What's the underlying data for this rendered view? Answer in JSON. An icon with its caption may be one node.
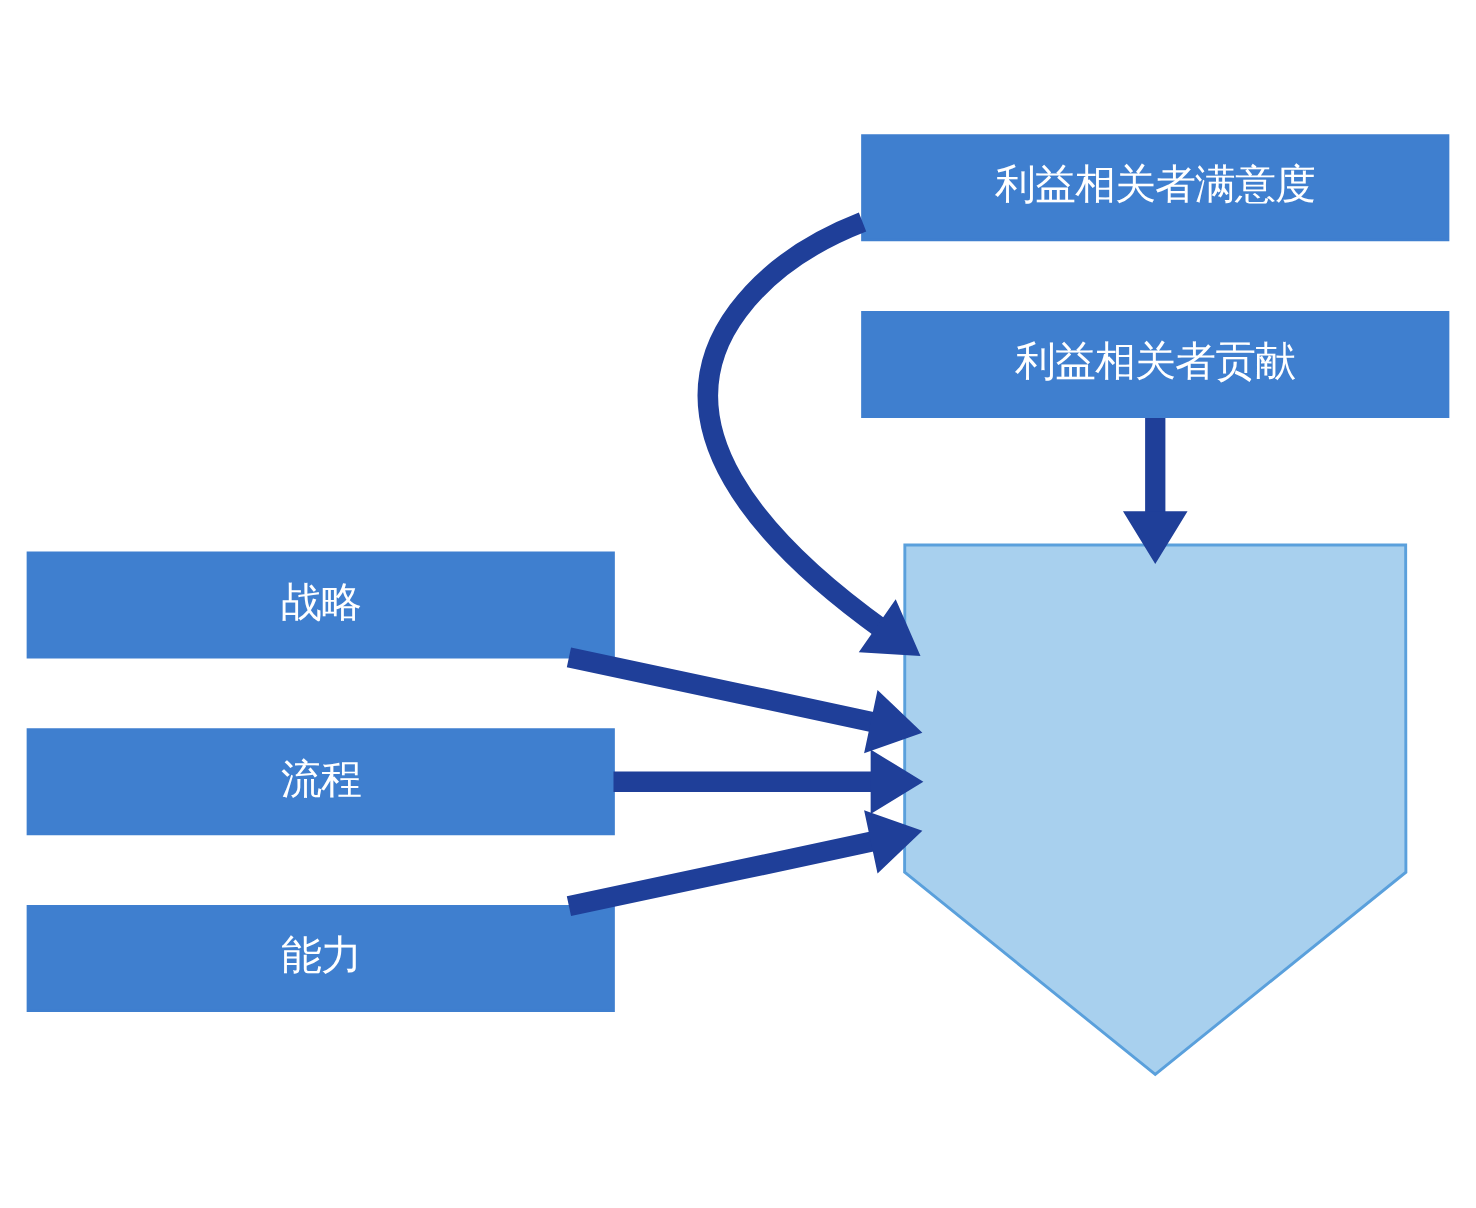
{
  "diagram": {
    "nodes": [
      {
        "text": [
          "利益相关者满意度"
        ]
      },
      {
        "text": [
          "战略"
        ]
      },
      {
        "text": [
          "流程"
        ]
      },
      {
        "text": [
          "能力"
        ]
      },
      {
        "text": [
          "利益相关者贡献"
        ]
      },
      {
        "text": [],
        "shape": "prism"
      }
    ],
    "edges": [
      {
        "from": 0,
        "to": 5,
        "arrow": "to"
      },
      {
        "from": 1,
        "to": 5,
        "arrow": "to"
      },
      {
        "from": 2,
        "to": 5,
        "arrow": "to"
      },
      {
        "from": 3,
        "to": 5,
        "arrow": "to"
      },
      {
        "from": 4,
        "to": 5,
        "arrow": "to"
      }
    ]
  }
}
